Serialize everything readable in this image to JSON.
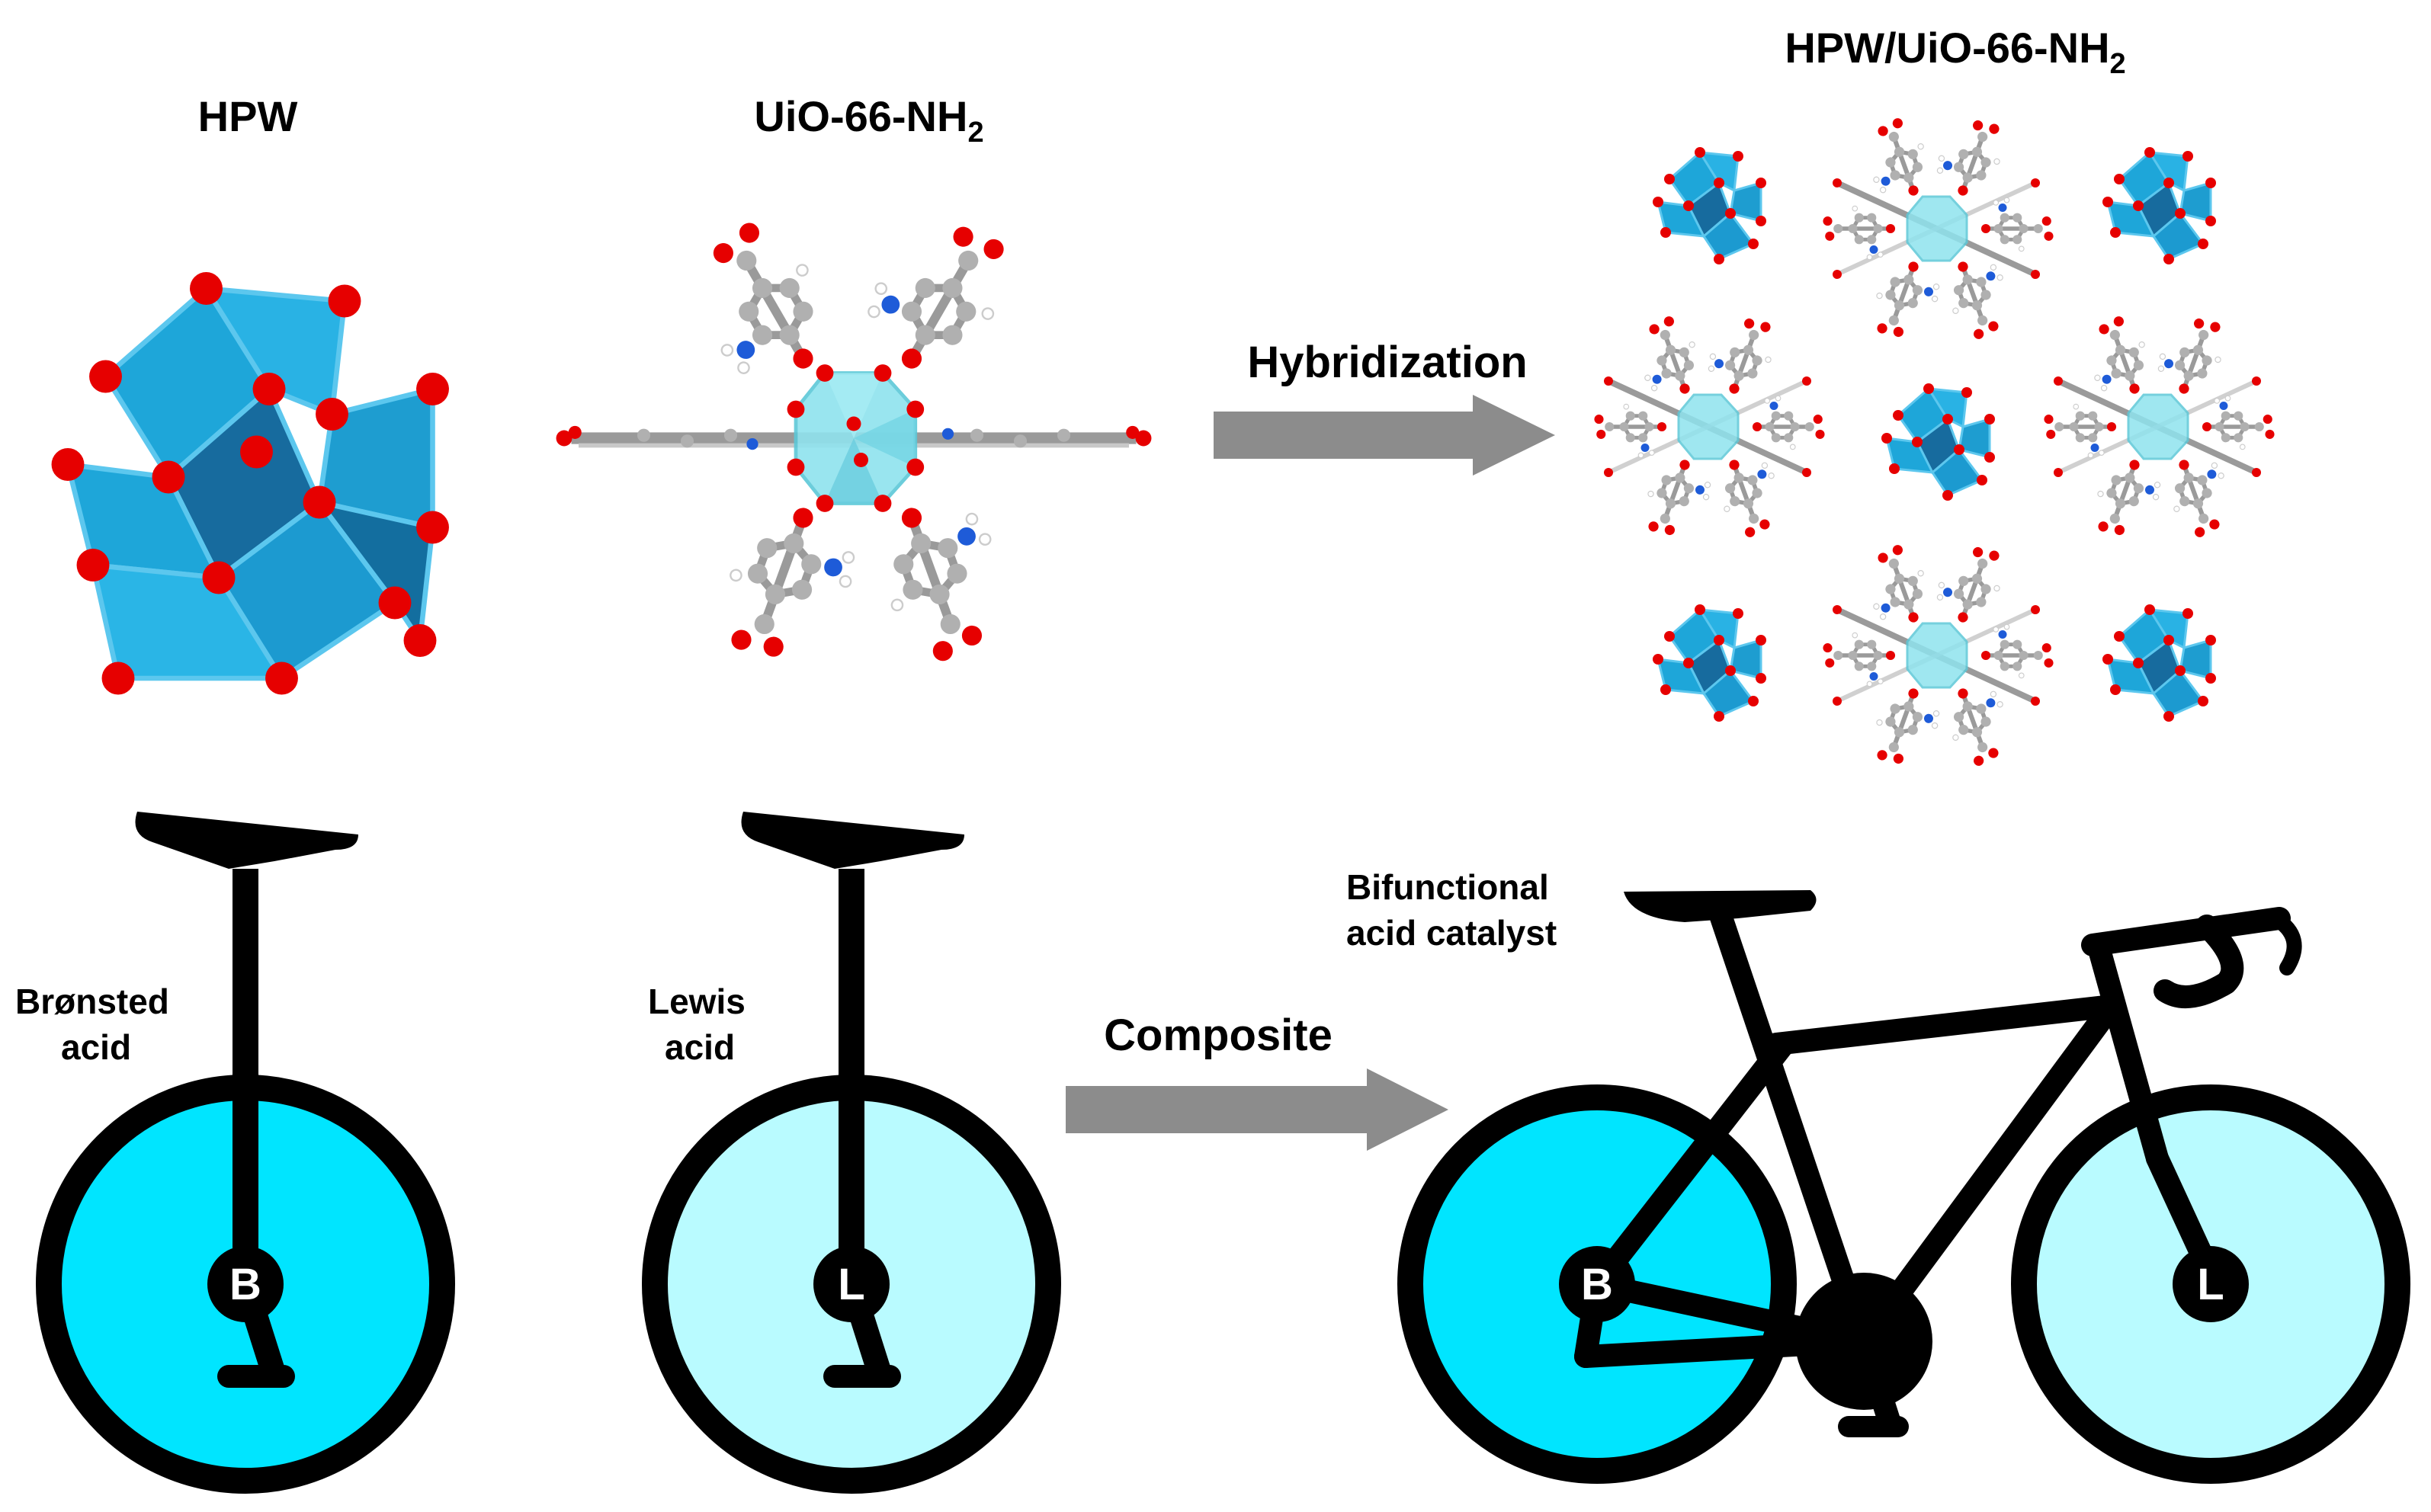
{
  "labels": {
    "hpw": "HPW",
    "uio_base": "UiO-66-NH",
    "uio_sub": "2",
    "composite_title_base": "HPW/UiO-66-NH",
    "composite_title_sub": "2",
    "hybridization": "Hybridization",
    "composite": "Composite",
    "bronsted_line1": "Brønsted",
    "bronsted_line2": "acid",
    "lewis_line1": "Lewis",
    "lewis_line2": "acid",
    "bifunctional_line1": "Bifunctional",
    "bifunctional_line2": "acid catalyst",
    "letter_b": "B",
    "letter_l": "L"
  },
  "colors": {
    "bronsted_wheel": "#00E5FF",
    "lewis_wheel": "#B9FBFF",
    "polyhedron_blue": "#1EA6D9",
    "polyhedron_light": "#8FE3EE",
    "oxygen_red": "#E60000",
    "carbon_gray": "#A8A8A8",
    "nitrogen_blue": "#1E5BD8",
    "arrow_gray": "#8C8C8C",
    "frame_black": "#000000"
  },
  "icons": {
    "hpw_structure": "keggin-polyhedron-icon",
    "uio_structure": "mof-cluster-icon",
    "composite_structure": "hybrid-lattice-icon",
    "bronsted_unicycle": "unicycle-icon",
    "lewis_unicycle": "unicycle-icon",
    "bicycle": "bicycle-icon",
    "arrow": "arrow-right-icon"
  }
}
